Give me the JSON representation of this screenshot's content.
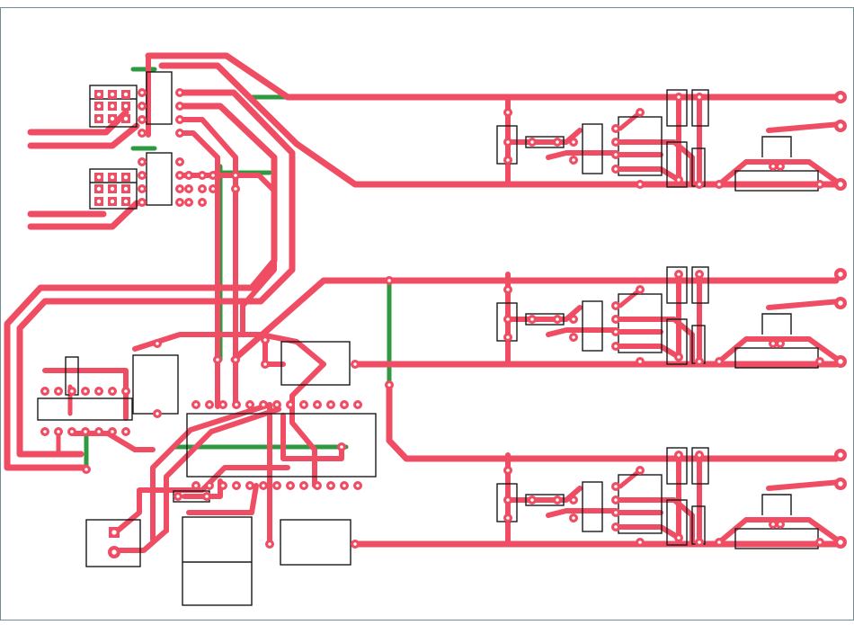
{
  "colors": {
    "background": "#ffffff",
    "top_layer": "#ef4d63",
    "bottom_layer": "#2e9a3f",
    "silkscreen": "#1a1a1a",
    "pad_hole": "#ffffff",
    "frame": "#6f8d95"
  },
  "layers": [
    "top-copper",
    "bottom-copper",
    "silkscreen",
    "pads"
  ]
}
